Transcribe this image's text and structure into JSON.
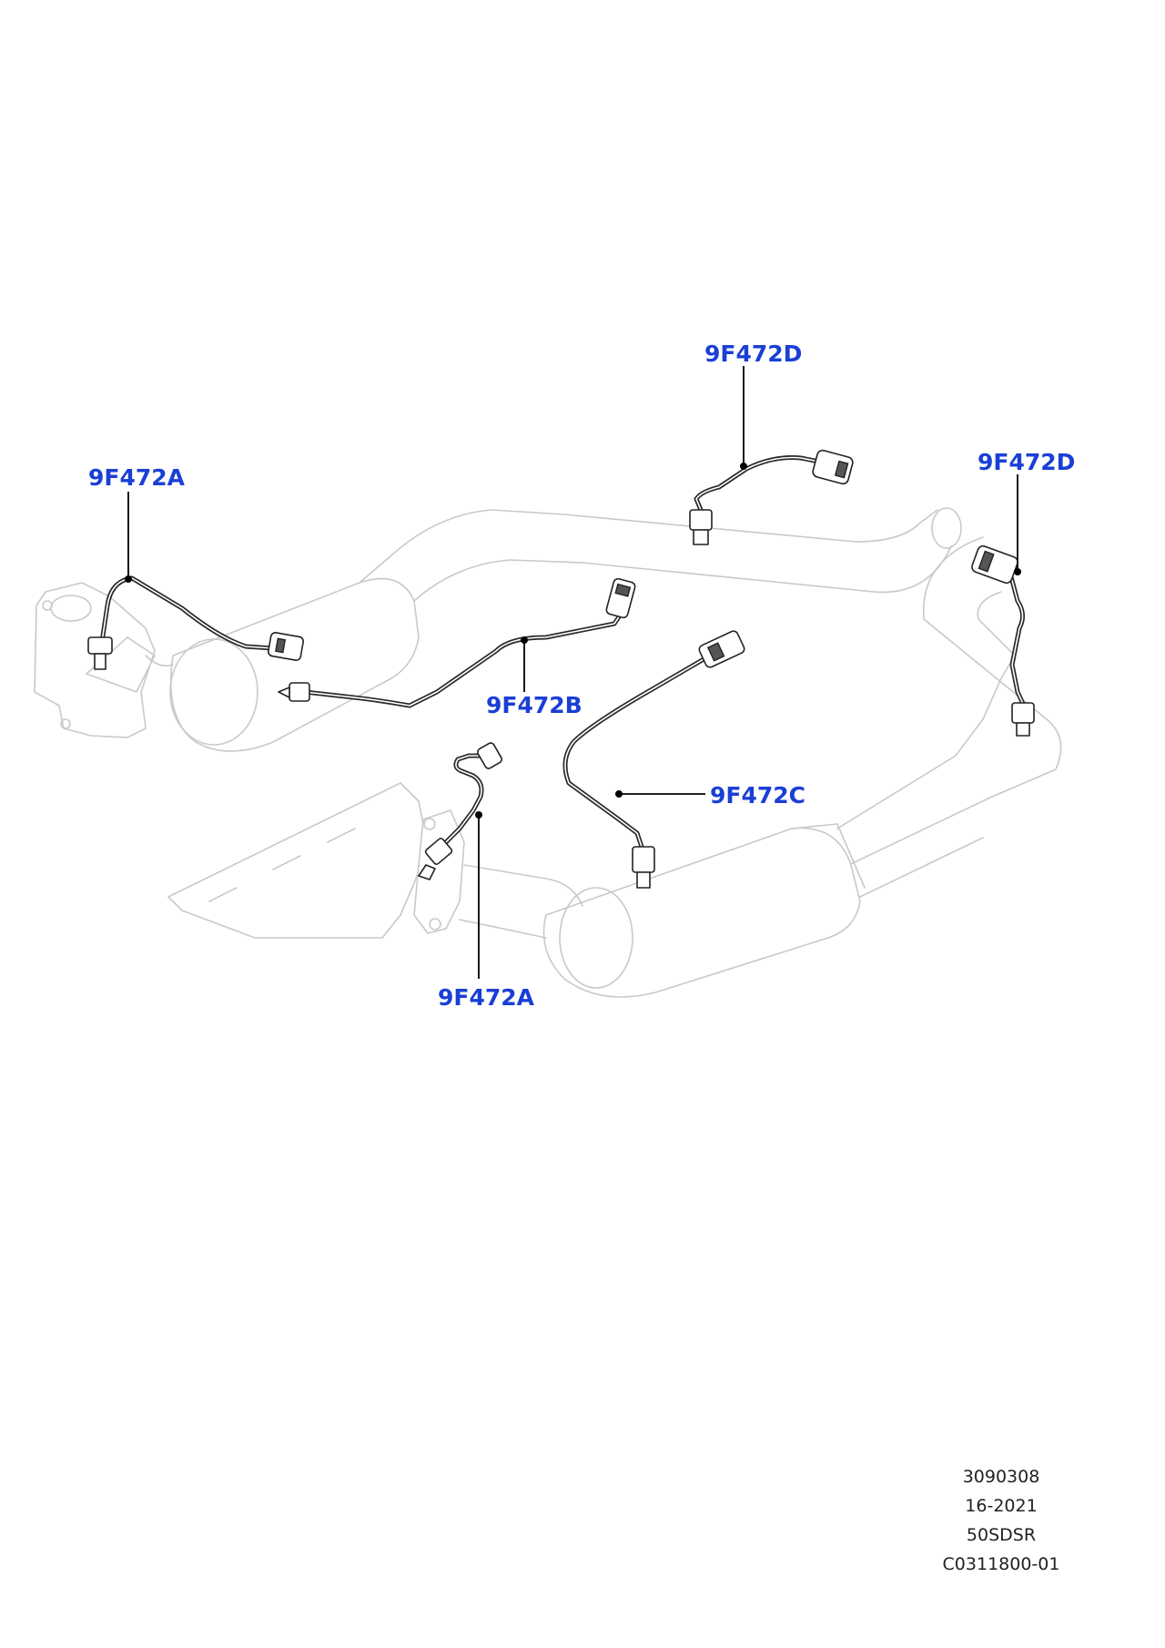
{
  "callouts": {
    "upper_left": "9F472A",
    "lower_left": "9F472A",
    "middle": "9F472B",
    "center_right": "9F472C",
    "top": "9F472D",
    "right": "9F472D"
  },
  "reference": {
    "line1": "3090308",
    "line2": "16-2021",
    "line3": "50SDSR",
    "line4": "C0311800-01"
  },
  "colors": {
    "callout_text": "#1a3fd6",
    "ghost_lines": "#c9c9c9",
    "harness": "#2a2a2a"
  }
}
